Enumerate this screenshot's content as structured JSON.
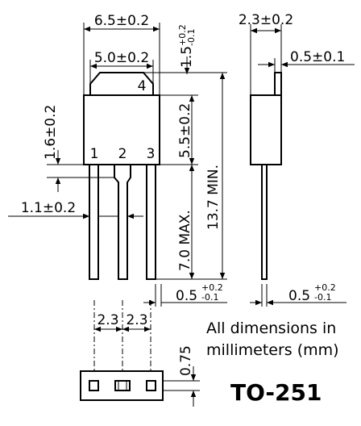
{
  "dims": {
    "body_width": "6.5±0.2",
    "tab_width": "5.0±0.2",
    "tab_height_main": "1.5",
    "tab_height_tol_upper": "+0.2",
    "tab_height_tol_lower": "-0.1",
    "body_height": "5.5±0.2",
    "lead_stub": "1.6±0.2",
    "lead_width": "1.1±0.2",
    "lead_length": "7.0 MAX.",
    "total_height": "13.7 MIN.",
    "side_thickness": "2.3±0.2",
    "tab_thickness": "0.5±0.1",
    "lead_thickness_main": "0.5",
    "lead_thickness_tol_upper": "+0.2",
    "lead_thickness_tol_lower": "-0.1",
    "side_lead_main": "0.5",
    "side_lead_tol_upper": "+0.2",
    "side_lead_tol_lower": "-0.1",
    "pitch_left": "2.3",
    "pitch_right": "2.3",
    "footprint_height": "0.75"
  },
  "pins": {
    "p1": "1",
    "p2": "2",
    "p3": "3",
    "p4": "4"
  },
  "note": {
    "line1": "All dimensions in",
    "line2": "millimeters (mm)"
  },
  "package": "TO-251"
}
